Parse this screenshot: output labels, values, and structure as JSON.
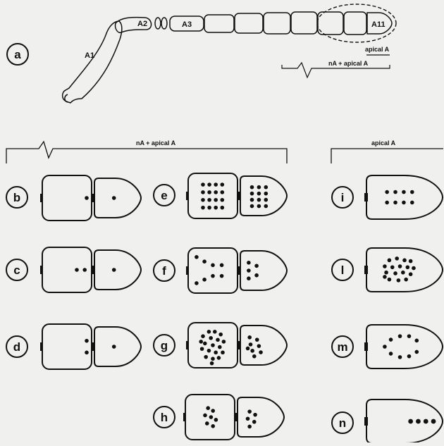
{
  "panel_a": {
    "label": "a",
    "segments": [
      "A1",
      "A2",
      "A3",
      "A11"
    ],
    "legend": {
      "apical": "apical A",
      "combined": "nA + apical A"
    }
  },
  "left_group": {
    "label": "nA + apical A"
  },
  "right_group": {
    "label": "apical A"
  },
  "panels": [
    {
      "label": "b",
      "type": "pair",
      "left_dots": [
        [
          0.9,
          0.5
        ]
      ],
      "right_dots": [
        [
          0.42,
          0.5
        ]
      ]
    },
    {
      "label": "c",
      "type": "pair",
      "left_dots": [
        [
          0.7,
          0.5
        ],
        [
          0.86,
          0.5
        ]
      ],
      "right_dots": [
        [
          0.42,
          0.5
        ]
      ]
    },
    {
      "label": "d",
      "type": "pair",
      "left_dots": [
        [
          0.9,
          0.37
        ],
        [
          0.9,
          0.63
        ]
      ],
      "right_dots": [
        [
          0.42,
          0.5
        ]
      ]
    },
    {
      "label": "e",
      "type": "pair",
      "left_dots": [
        [
          0.3,
          0.25
        ],
        [
          0.43,
          0.25
        ],
        [
          0.56,
          0.25
        ],
        [
          0.69,
          0.25
        ],
        [
          0.3,
          0.42
        ],
        [
          0.43,
          0.42
        ],
        [
          0.56,
          0.42
        ],
        [
          0.69,
          0.42
        ],
        [
          0.3,
          0.59
        ],
        [
          0.43,
          0.59
        ],
        [
          0.56,
          0.59
        ],
        [
          0.69,
          0.59
        ],
        [
          0.3,
          0.76
        ],
        [
          0.43,
          0.76
        ],
        [
          0.56,
          0.76
        ],
        [
          0.69,
          0.76
        ]
      ],
      "right_dots": [
        [
          0.25,
          0.28
        ],
        [
          0.4,
          0.28
        ],
        [
          0.55,
          0.28
        ],
        [
          0.25,
          0.44
        ],
        [
          0.4,
          0.44
        ],
        [
          0.55,
          0.44
        ],
        [
          0.25,
          0.6
        ],
        [
          0.4,
          0.6
        ],
        [
          0.55,
          0.6
        ],
        [
          0.25,
          0.76
        ],
        [
          0.4,
          0.76
        ],
        [
          0.55,
          0.76
        ]
      ]
    },
    {
      "label": "f",
      "type": "pair",
      "left_dots": [
        [
          0.17,
          0.2
        ],
        [
          0.33,
          0.3
        ],
        [
          0.5,
          0.38
        ],
        [
          0.68,
          0.38
        ],
        [
          0.17,
          0.78
        ],
        [
          0.33,
          0.7
        ],
        [
          0.5,
          0.62
        ],
        [
          0.68,
          0.62
        ]
      ],
      "right_dots": [
        [
          0.18,
          0.3
        ],
        [
          0.35,
          0.38
        ],
        [
          0.18,
          0.5
        ],
        [
          0.35,
          0.62
        ],
        [
          0.18,
          0.7
        ]
      ]
    },
    {
      "label": "g",
      "type": "pair",
      "left_dots": [
        [
          0.42,
          0.2
        ],
        [
          0.54,
          0.2
        ],
        [
          0.66,
          0.26
        ],
        [
          0.3,
          0.3
        ],
        [
          0.46,
          0.34
        ],
        [
          0.6,
          0.38
        ],
        [
          0.72,
          0.42
        ],
        [
          0.34,
          0.46
        ],
        [
          0.5,
          0.5
        ],
        [
          0.64,
          0.54
        ],
        [
          0.28,
          0.58
        ],
        [
          0.42,
          0.62
        ],
        [
          0.56,
          0.66
        ],
        [
          0.7,
          0.66
        ],
        [
          0.36,
          0.76
        ],
        [
          0.5,
          0.8
        ],
        [
          0.62,
          0.78
        ],
        [
          0.48,
          0.9
        ],
        [
          0.26,
          0.42
        ]
      ],
      "right_dots": [
        [
          0.2,
          0.3
        ],
        [
          0.36,
          0.36
        ],
        [
          0.22,
          0.48
        ],
        [
          0.4,
          0.52
        ],
        [
          0.26,
          0.64
        ],
        [
          0.44,
          0.68
        ],
        [
          0.3,
          0.78
        ],
        [
          0.16,
          0.58
        ]
      ]
    },
    {
      "label": "h",
      "type": "pair",
      "left_dots": [
        [
          0.46,
          0.3
        ],
        [
          0.56,
          0.36
        ],
        [
          0.4,
          0.46
        ],
        [
          0.52,
          0.5
        ],
        [
          0.62,
          0.56
        ],
        [
          0.44,
          0.64
        ],
        [
          0.56,
          0.7
        ]
      ],
      "right_dots": [
        [
          0.26,
          0.36
        ],
        [
          0.38,
          0.44
        ],
        [
          0.22,
          0.54
        ],
        [
          0.36,
          0.62
        ],
        [
          0.26,
          0.74
        ]
      ]
    },
    {
      "label": "i",
      "type": "single",
      "dots": [
        [
          0.27,
          0.38
        ],
        [
          0.38,
          0.38
        ],
        [
          0.49,
          0.38
        ],
        [
          0.6,
          0.38
        ],
        [
          0.27,
          0.62
        ],
        [
          0.38,
          0.62
        ],
        [
          0.49,
          0.62
        ],
        [
          0.6,
          0.62
        ]
      ]
    },
    {
      "label": "l",
      "type": "single",
      "dots": [
        [
          0.3,
          0.28
        ],
        [
          0.4,
          0.24
        ],
        [
          0.5,
          0.28
        ],
        [
          0.58,
          0.3
        ],
        [
          0.24,
          0.42
        ],
        [
          0.34,
          0.44
        ],
        [
          0.44,
          0.42
        ],
        [
          0.54,
          0.44
        ],
        [
          0.62,
          0.46
        ],
        [
          0.26,
          0.56
        ],
        [
          0.38,
          0.58
        ],
        [
          0.48,
          0.56
        ],
        [
          0.58,
          0.6
        ],
        [
          0.3,
          0.72
        ],
        [
          0.42,
          0.74
        ],
        [
          0.52,
          0.72
        ],
        [
          0.24,
          0.66
        ]
      ]
    },
    {
      "label": "m",
      "type": "single",
      "dots": [
        [
          0.24,
          0.5
        ],
        [
          0.32,
          0.34
        ],
        [
          0.44,
          0.26
        ],
        [
          0.56,
          0.26
        ],
        [
          0.66,
          0.36
        ],
        [
          0.32,
          0.66
        ],
        [
          0.44,
          0.74
        ],
        [
          0.56,
          0.72
        ],
        [
          0.66,
          0.62
        ]
      ]
    },
    {
      "label": "n",
      "type": "single",
      "dots": [
        [
          0.58,
          0.5
        ],
        [
          0.68,
          0.5
        ],
        [
          0.78,
          0.5
        ],
        [
          0.88,
          0.5
        ]
      ]
    }
  ]
}
